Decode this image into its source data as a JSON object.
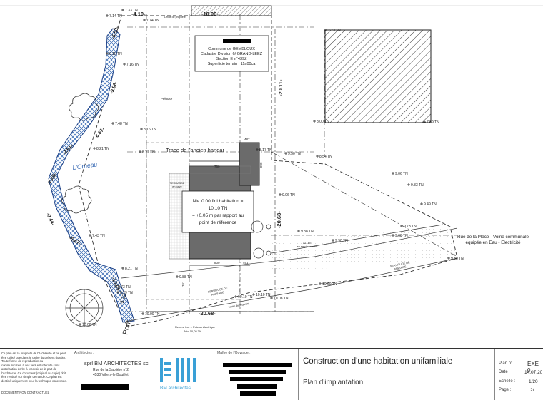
{
  "plan": {
    "street_lower": "Rue de la Place - Voirie communale",
    "street_lower2": "équipée en Eau - Electricité",
    "street_left": "Pont",
    "street_left_value": "-5.22",
    "brook_label": "L'Orneau",
    "hangar_label": "Trace de l'ancien hangar",
    "level_note": [
      "Niv. 0.00 fini habitation =",
      "10,10 TN",
      "= +0.05 m par rapport au",
      "point de référence"
    ],
    "cadastre": [
      "Commune de GEMBLOUX",
      "Cadastre  Division 6/ GRAND-LEEZ",
      "Section E n°439Z",
      "Superficie terrain : 11a00ca"
    ],
    "terrasse": [
      "TERRASSE",
      "en pavé"
    ],
    "allee": [
      "ALLEE",
      "en empierrement"
    ],
    "servitude1": [
      "SERVITUDE DE",
      "PASSAGE"
    ],
    "servitude2": [
      "SERVITUDE DE",
      "PASSAGE"
    ],
    "repere": [
      "Repère fixe = Poteau électrique",
      "Niv. 10,05 TN"
    ],
    "pelouse": "Pelouse",
    "limite_propriete": "Limite de propriété",
    "dims": {
      "top_left": "-4.10-",
      "top_mid": "-18.00-",
      "right_vertical": "-20.11-",
      "bottom": "-20.68-",
      "mid_vertical": "-20.68-",
      "left_diag1": "-5.53-",
      "left_diag2": "-9.96-",
      "left_diag3": "-6.67-",
      "left_diag4": "-3.51-",
      "left_diag5": "-7.48-",
      "left_diag6": "-9.44-",
      "left_diag7": "-6.67-",
      "left_diag8": "-10.05-",
      "w760": "760",
      "w800": "800",
      "w461": "461",
      "w487": "487",
      "h800": "800",
      "h761": "761"
    },
    "tn_points": [
      "7.14 TN",
      "7.33 TN",
      "7.74 TN",
      "7.73 TN",
      "8.16 TN",
      "7.16 TN",
      "8.16 TN",
      "8.00 TN",
      "7.89 TN",
      "7.48 TN",
      "8.21 TN",
      "8.27 TN",
      "8.17 TN",
      "9.50 TN",
      "8.54 TN",
      "9.06 TN",
      "9.33 TN",
      "9.49 TN",
      "9.06 TN",
      "9.38 TN",
      "9.73 TN",
      "9.90 TN",
      "9.68 TN",
      "9.88 TN",
      "7.43 TN",
      "8.21 TN",
      "8.73 TN",
      "8.29 TN",
      "10.10 TN",
      "10.10 TN",
      "10.00 TN",
      "10.08 TN",
      "9.88 TN",
      "10.08 TN",
      "10.00 TN"
    ]
  },
  "titleblock": {
    "col1_lines": [
      "Ce plan est la propriété de l'Architecte et ne peut",
      "être utilisé que dans le cadre du présent dossier.",
      "Toute forme de reproduction ou",
      "communication à des tiers est interdite sans",
      "autorisation écrite à recevoir de la part de",
      "l'Architecte. Ce document (original ou copie) doit",
      "être restitué sur simple demande. Ce plan est",
      "destiné uniquement pour la technique concernée."
    ],
    "col1_footer": "DOCUMENT NON CONTRACTUEL",
    "architects_label": "Architectes :",
    "firm_name": "sprl BM ARCHITECTES sc",
    "firm_address1": "Rue de la Sablière n°2",
    "firm_address2": "4530 Villers-le-Bouillet",
    "logo_text": "BM architectes",
    "owner_label": "Maître de l'Ouvrage :",
    "project_title": "Construction d'une habitation unifamiliale",
    "project_subtitle": "Plan d'implantation",
    "meta_labels": [
      "Plan n°",
      "Date",
      "Echelle :",
      "Page :"
    ],
    "meta_values": [
      "EXE 0",
      "14.07.20",
      "1/20",
      "2/"
    ]
  },
  "colors": {
    "brook_blue": "#2a5fae",
    "house_grey": "#6b6b6b",
    "logo_blue": "#3aa0d6"
  }
}
